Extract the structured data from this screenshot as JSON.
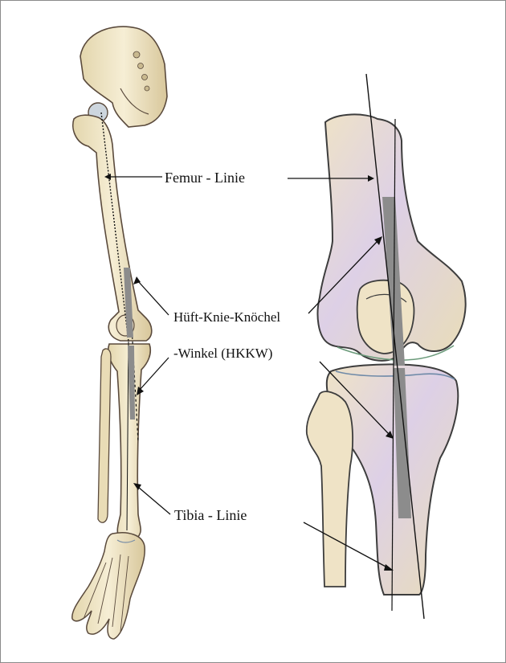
{
  "labels": {
    "femur": "Femur -  Linie",
    "hkkw_line1": "Hüft-Knie-Knöchel",
    "hkkw_line2": "-Winkel (HKKW)",
    "tibia": "Tibia -  Linie"
  },
  "colors": {
    "bone_fill": "#efe6c8",
    "bone_outline": "#5a4a3c",
    "bone_shade": "#c9b98f",
    "cartilage": "#b8c7d6",
    "knee_detail_tint": "#d9cbe6",
    "axis_bar": "#8c8c8c",
    "line": "#111111"
  }
}
